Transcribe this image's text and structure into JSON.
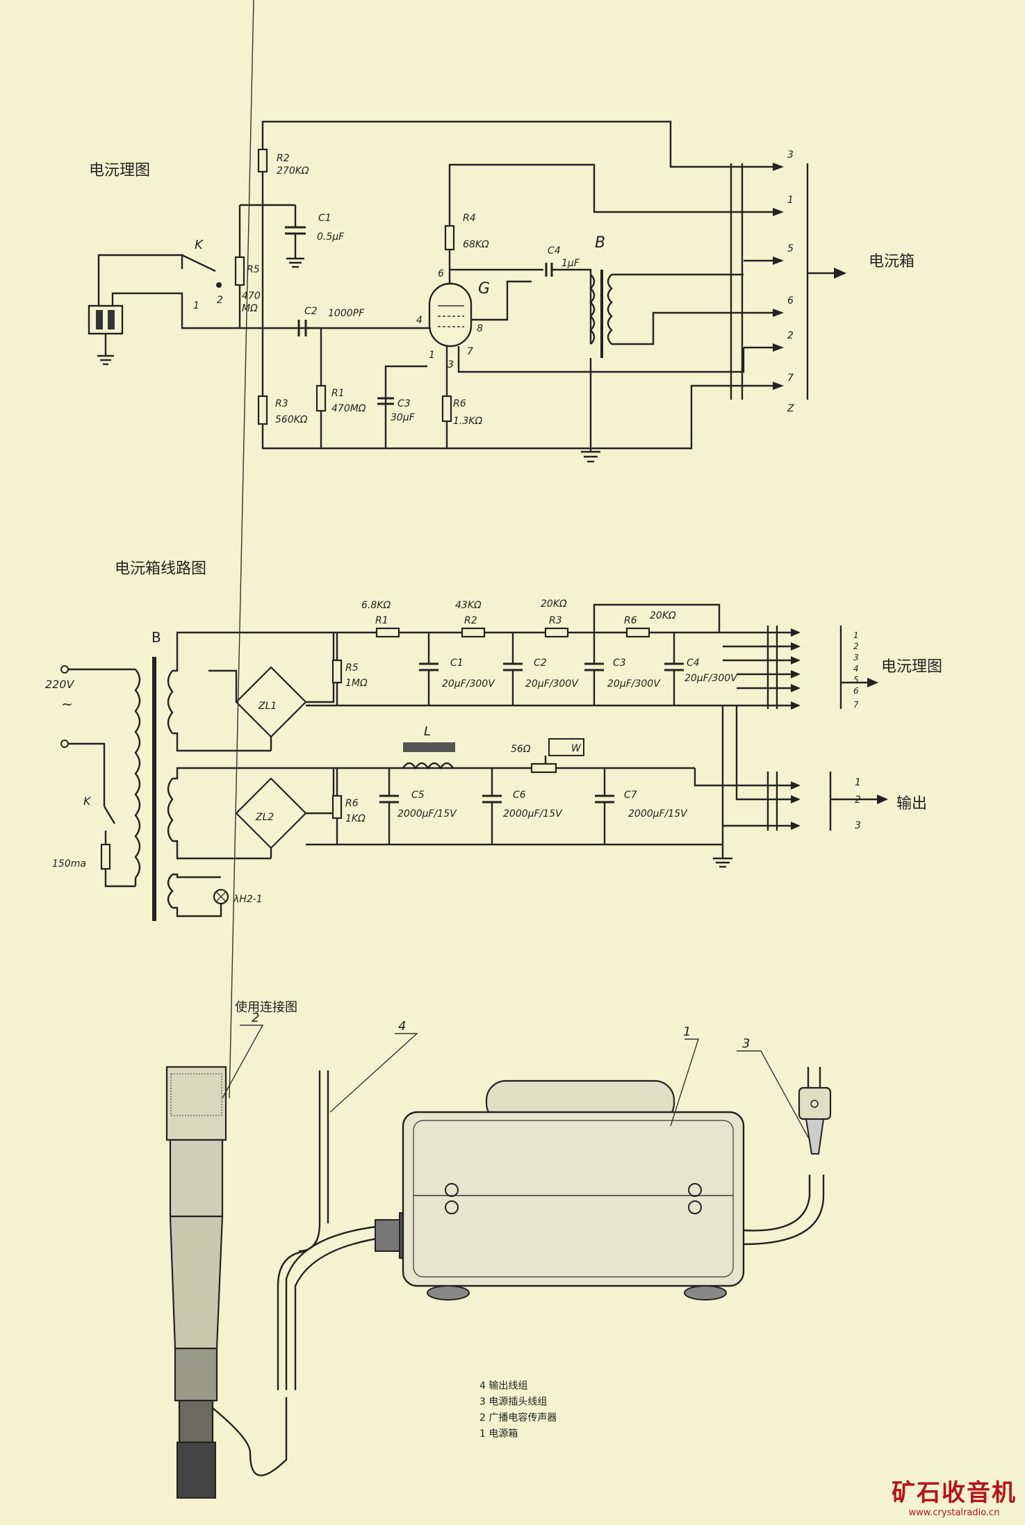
{
  "section1": {
    "title": "电沅理图",
    "output_label": "电沅箱",
    "components": {
      "r2": "R2",
      "r2_val": "270KΩ",
      "c1": "C1",
      "c1_val": "0.5μF",
      "r5": "R5",
      "r5_val": "470",
      "r5_val2": "MΩ",
      "k": "K",
      "k1": "1",
      "k2": "2",
      "c2": "C2",
      "c2_val": "1000PF",
      "r4": "R4",
      "r4_val": "68KΩ",
      "c4": "C4",
      "c4_val": "1μF",
      "b": "B",
      "g": "G",
      "r3": "R3",
      "r3_val": "560KΩ",
      "r1": "R1",
      "r1_val": "470MΩ",
      "c3": "C3",
      "c3_val": "30μF",
      "r6": "R6",
      "r6_val": "1.3KΩ",
      "pin6": "6",
      "pin4": "4",
      "pin8": "8",
      "pin1": "1",
      "pin3": "3",
      "pin7": "7"
    },
    "connector_pins": [
      "3",
      "1",
      "5",
      "6",
      "2",
      "7",
      "Z"
    ]
  },
  "section2": {
    "title": "电沅箱线路图",
    "output_label": "电沅理图",
    "output2_label": "输出",
    "components": {
      "b": "B",
      "v220": "220V",
      "tilde": "~",
      "k": "K",
      "fuse": "150ma",
      "lamp": "λH2-1",
      "zl1": "ZL1",
      "zl2": "ZL2",
      "l": "L",
      "r1": "R1",
      "r1_val": "6.8KΩ",
      "r2": "R2",
      "r2_val": "43KΩ",
      "r3": "R3",
      "r3_val": "20KΩ",
      "r6": "R6",
      "r6_val": "20KΩ",
      "r5": "R5",
      "r5_val": "1MΩ",
      "c1": "C1",
      "c1_val": "20μF/300V",
      "c2": "C2",
      "c2_val": "20μF/300V",
      "c3": "C3",
      "c3_val": "20μF/300V",
      "c4": "C4",
      "c4_val": "20μF/300V",
      "r56": "56Ω",
      "w": "W",
      "n6": "R6",
      "n6_val": "1KΩ",
      "c5": "C5",
      "c5_val": "2000μF/15V",
      "c6": "C6",
      "c6_val": "2000μF/15V",
      "c7": "C7",
      "c7_val": "2000μF/15V"
    },
    "connector_pins": [
      "1",
      "2",
      "3",
      "4",
      "5",
      "6",
      "7"
    ],
    "output_pins": [
      "1",
      "2",
      "3"
    ]
  },
  "section3": {
    "title": "使用连接图",
    "callouts": [
      "2",
      "4",
      "1",
      "3"
    ],
    "legend": [
      "4  输出线组",
      "3  电源插头线组",
      "2  广播电容传声器",
      "1  电源箱"
    ]
  },
  "watermark": {
    "name": "矿石收音机",
    "url": "www.crystalradio.cn",
    "color": "#b8121a"
  }
}
